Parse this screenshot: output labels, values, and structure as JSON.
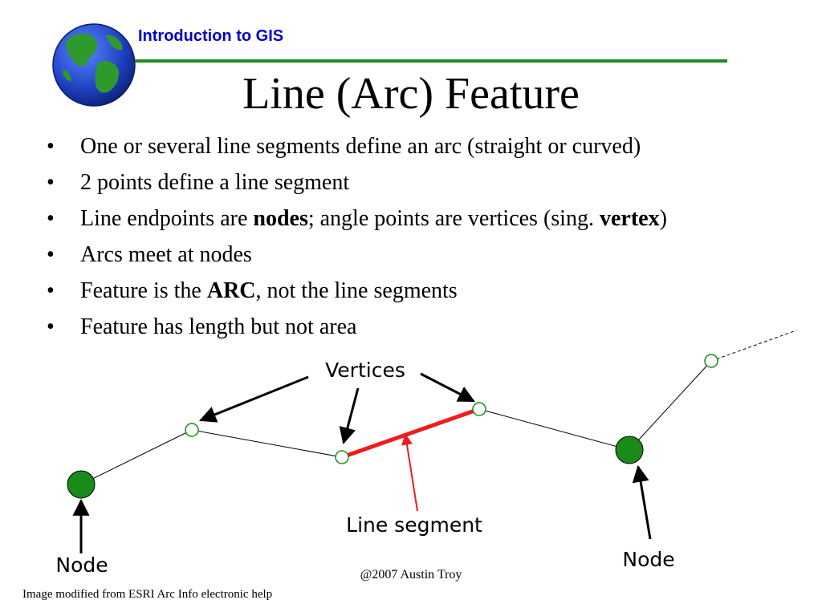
{
  "header": {
    "course_title": "Introduction to GIS"
  },
  "slide": {
    "title": "Line (Arc) Feature",
    "bullets": [
      {
        "parts": [
          {
            "text": "One or several line segments define an arc (straight or curved)"
          }
        ]
      },
      {
        "parts": [
          {
            "text": "2 points define a line segment"
          }
        ]
      },
      {
        "parts": [
          {
            "text": "Line endpoints are "
          },
          {
            "text": "nodes",
            "bold": true
          },
          {
            "text": "; angle points are vertices (sing. "
          },
          {
            "text": "vertex",
            "bold": true
          },
          {
            "text": ")"
          }
        ]
      },
      {
        "parts": [
          {
            "text": "Arcs meet at nodes"
          }
        ]
      },
      {
        "parts": [
          {
            "text": "Feature is the "
          },
          {
            "text": "ARC",
            "bold": true
          },
          {
            "text": ", not the line segments"
          }
        ]
      },
      {
        "parts": [
          {
            "text": "Feature has length but not area"
          }
        ]
      }
    ]
  },
  "diagram": {
    "labels": {
      "vertices": "Vertices",
      "line_segment": "Line segment",
      "node_left": "Node",
      "node_right": "Node"
    },
    "colors": {
      "node_fill": "#1a8a1a",
      "vertex_stroke": "#1a8a1a",
      "segment_highlight": "#ee1c1c"
    }
  },
  "footer": {
    "copyright": "@2007 Austin Troy",
    "credit": "Image modified from ESRI Arc Info electronic help"
  }
}
